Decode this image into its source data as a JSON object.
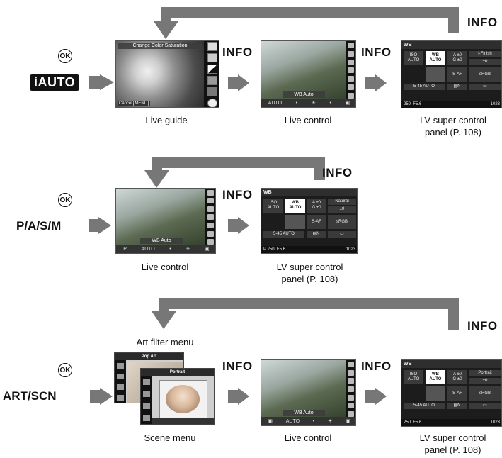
{
  "info_label": "INFO",
  "iauto_label": "iAUTO",
  "ok_label": "OK",
  "row1": {
    "captions": [
      "Live guide",
      "Live control",
      "LV super control\npanel (P. 108)"
    ],
    "guide_banner": "Change Color Saturation",
    "guide_bottom": "Cancel",
    "menu_key": "MENU",
    "control_banner": "WB Auto",
    "panel_style": "i-Finish"
  },
  "row2": {
    "mode": "P/A/S/M",
    "captions": [
      "Live control",
      "LV super control\npanel (P. 108)"
    ],
    "control_banner": "WB Auto",
    "panel_style": "Natural"
  },
  "row3": {
    "mode": "ART/SCN",
    "art_menu_label": "Art filter menu",
    "captions": [
      "Scene menu",
      "Live control",
      "LV super control\npanel (P. 108)"
    ],
    "art_menu_title": "Pop Art",
    "scene_menu_title": "Portrait",
    "control_banner": "WB Auto",
    "panel_style": "Portrait"
  },
  "panel": {
    "title": "WB",
    "iso": "ISO\nAUTO",
    "wb": "WB\nAUTO",
    "comp": "A ±0\nG ±0",
    "saf": "S-AF",
    "srgb": "sRGB",
    "nr": "5-45 AUTO",
    "shutter": "250",
    "aperture": "F5.6",
    "count": "1023"
  }
}
